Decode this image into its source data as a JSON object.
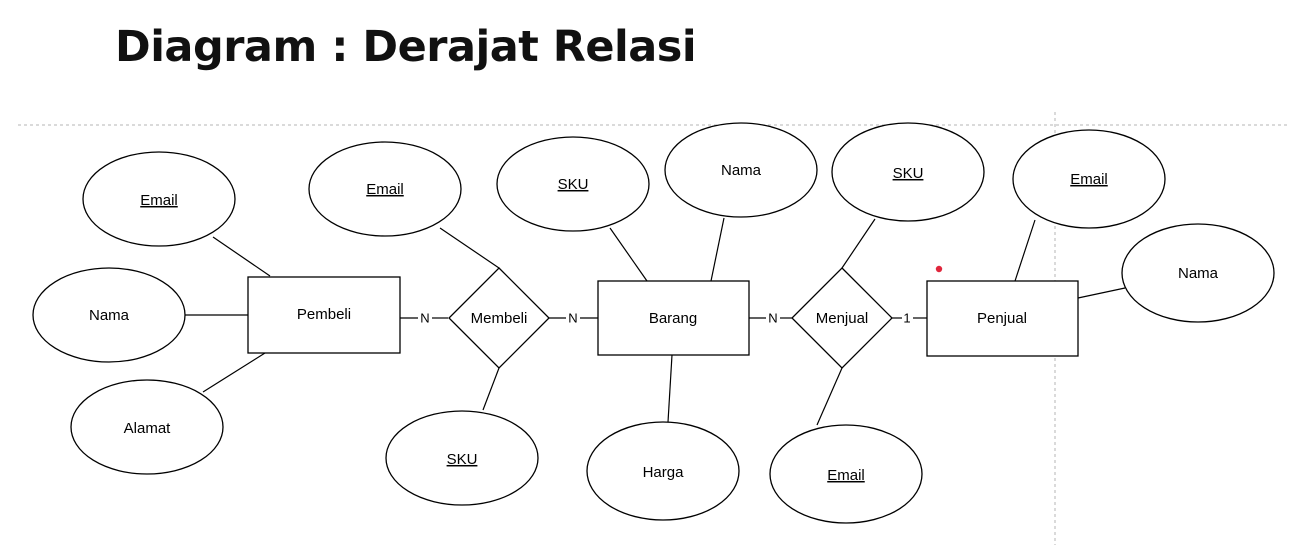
{
  "title": "Diagram : Derajat Relasi",
  "entities": {
    "pembeli": "Pembeli",
    "barang": "Barang",
    "penjual": "Penjual"
  },
  "relations": {
    "membeli": "Membeli",
    "menjual": "Menjual"
  },
  "attributes": {
    "pembeli_email": "Email",
    "pembeli_nama": "Nama",
    "pembeli_alamat": "Alamat",
    "membeli_email": "Email",
    "membeli_sku": "SKU",
    "barang_sku": "SKU",
    "barang_nama": "Nama",
    "barang_harga": "Harga",
    "menjual_sku": "SKU",
    "menjual_email": "Email",
    "penjual_email": "Email",
    "penjual_nama": "Nama"
  },
  "cardinality": {
    "pembeli_membeli": "N",
    "membeli_barang": "N",
    "barang_menjual": "N",
    "menjual_penjual": "1"
  },
  "colors": {
    "marker_dot": "#e0263c"
  }
}
